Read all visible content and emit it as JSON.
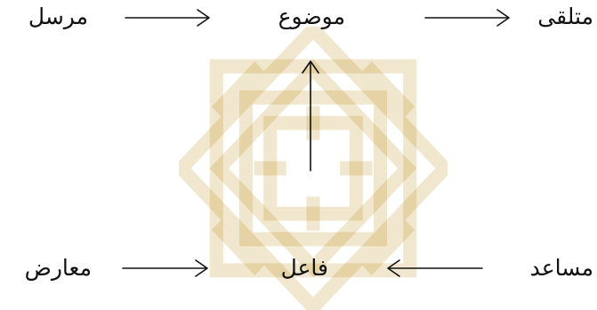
{
  "diagram": {
    "actors": {
      "sender": "مرسل",
      "object": "موضوع",
      "receiver": "متلقى",
      "opponent": "معارض",
      "subject": "فاعل",
      "helper": "مساعد"
    }
  },
  "colors": {
    "text": "#111111",
    "arrow": "#111111",
    "watermark": "#b8860b"
  }
}
